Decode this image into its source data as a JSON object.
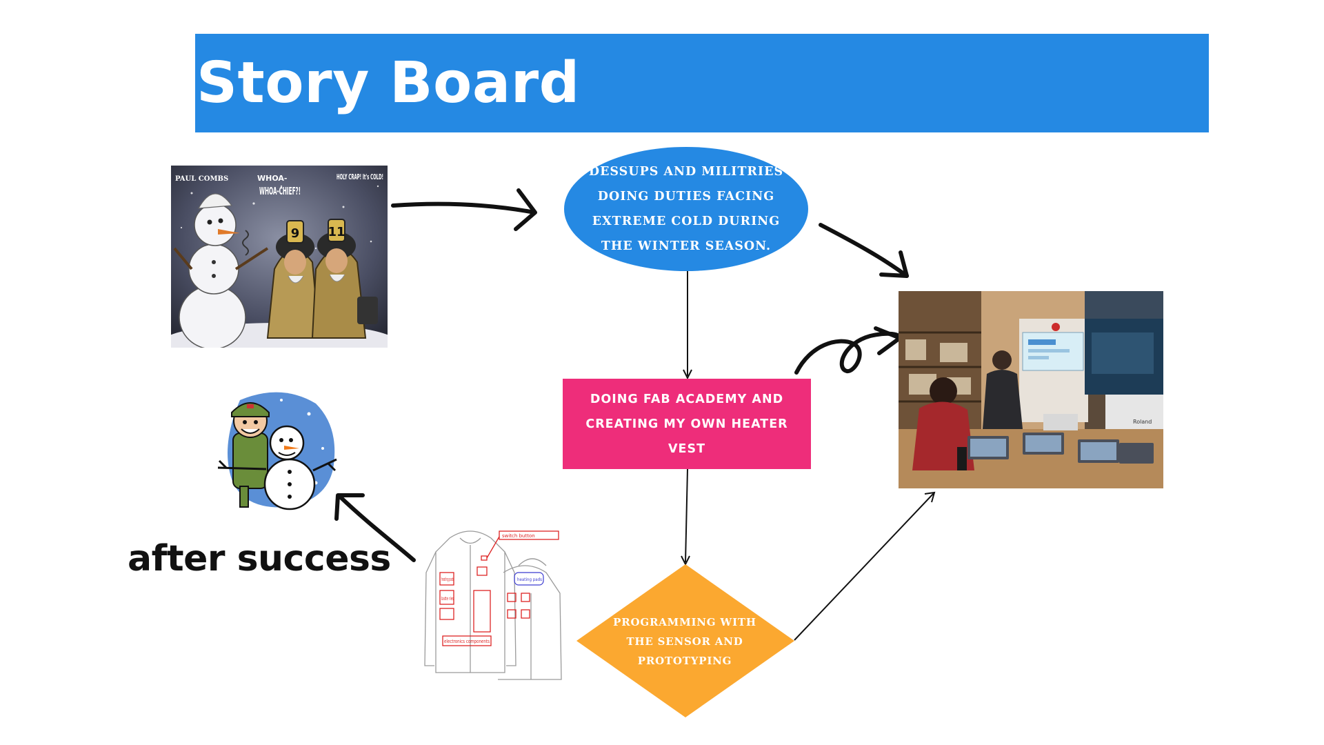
{
  "title": "Story Board",
  "colors": {
    "banner": "#2589e3",
    "ellipse": "#2589e3",
    "rect": "#ee2d7a",
    "diamond": "#fba830",
    "arrow": "#111111"
  },
  "nodes": {
    "ellipse_text": "Dessups and militries doing duties facing extreme cold during the winter season.",
    "rect_text": "doing fab academy and creating my own heater vest",
    "diamond_text": "Programming with the sensor and prototyping"
  },
  "cartoon": {
    "bubble_left": "WHOA-CHIEF?!",
    "bubble_right": "HOLY CRAP! It's COLD!",
    "artist": "PAUL COMBS",
    "helmet_left": "9",
    "helmet_right": "11"
  },
  "sketch": {
    "switch_label": "switch button",
    "heating_label": "heating pads",
    "battery_label": "batte ries",
    "electronics_label": "electronics components",
    "back_heating_label": "heating pads"
  },
  "photo": {
    "machine_label": "Roland"
  },
  "caption": "after success"
}
